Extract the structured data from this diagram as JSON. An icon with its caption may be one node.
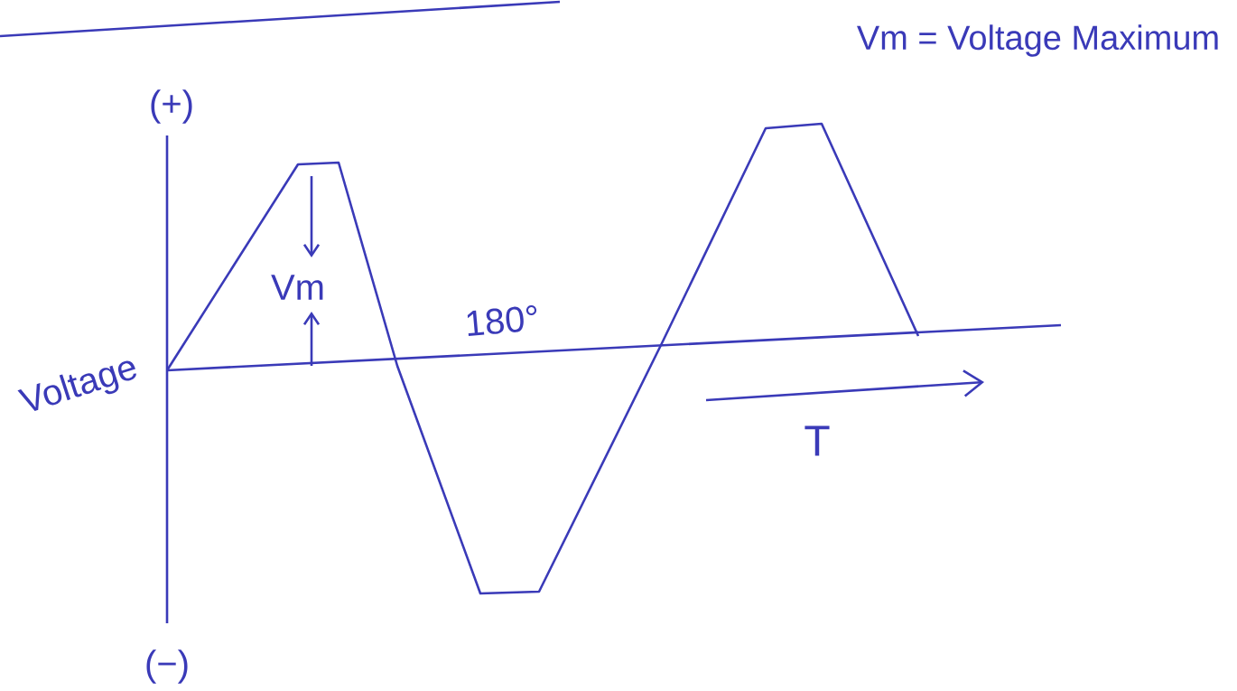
{
  "diagram": {
    "labels": [
      "Vm = Voltage Maximum",
      "(+)",
      "Vm",
      "180°",
      "Voltage",
      "T",
      "(−)"
    ]
  }
}
